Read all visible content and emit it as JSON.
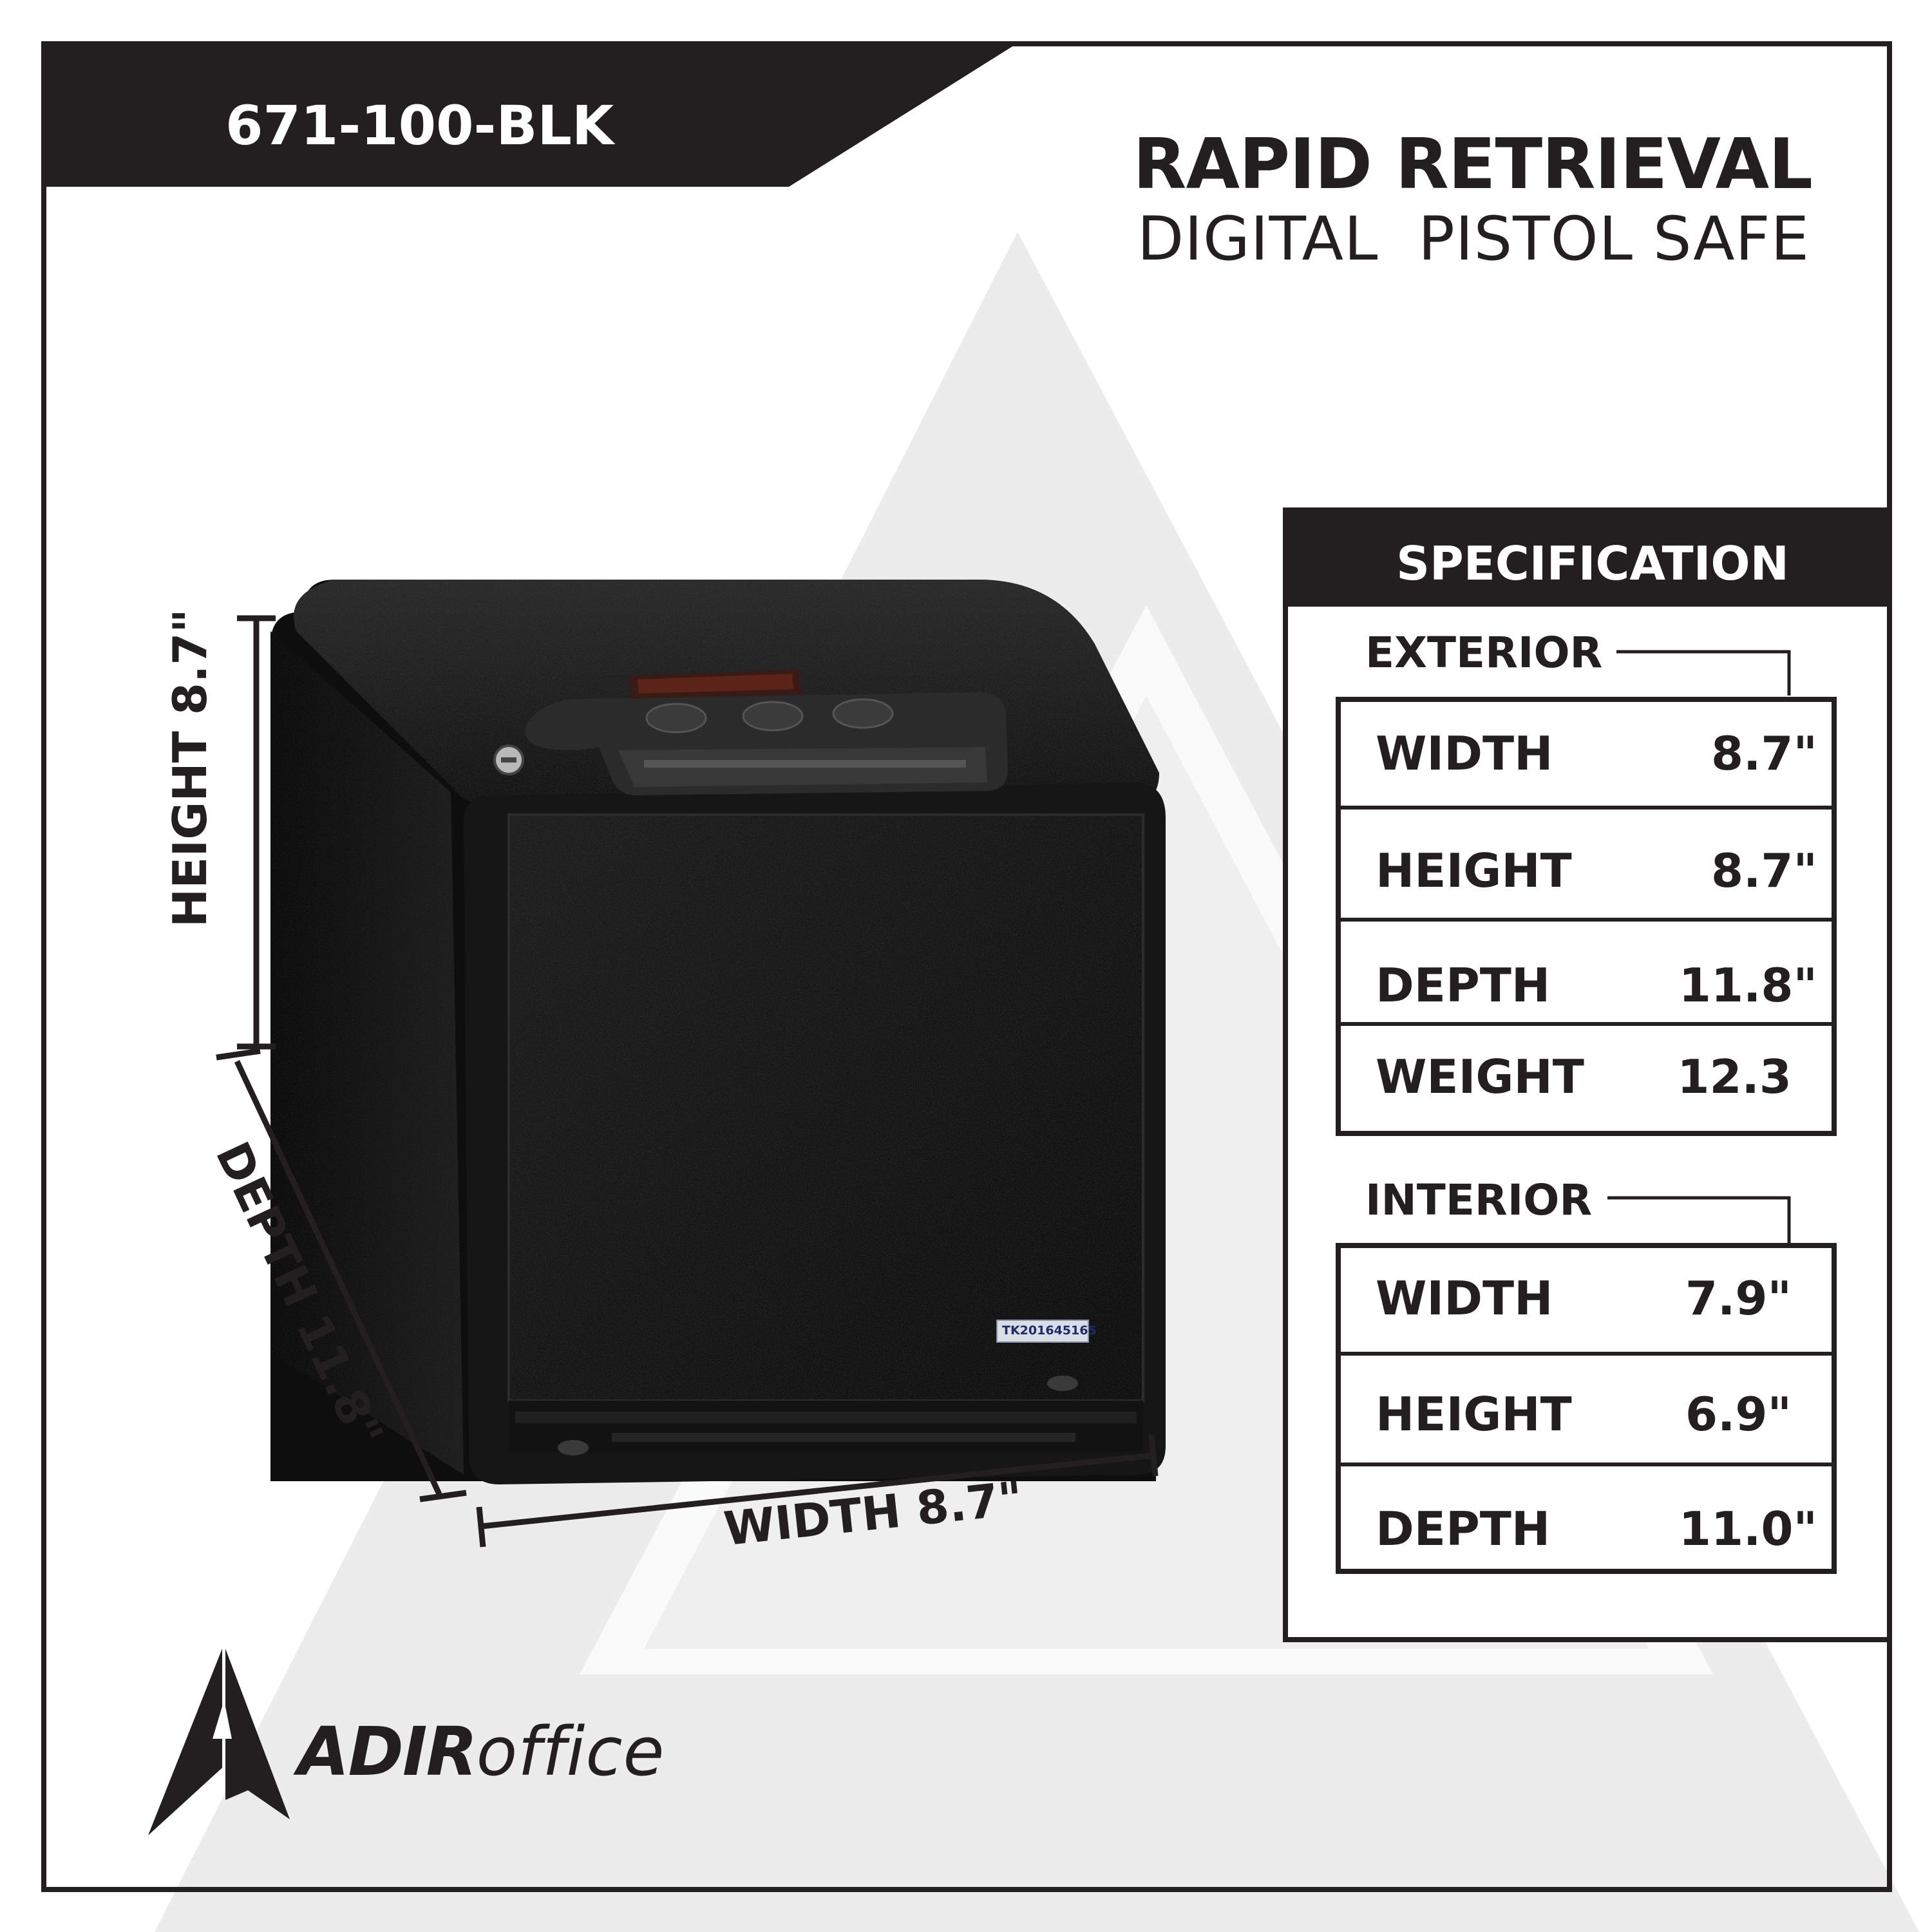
{
  "model_number": "671-100-BLK",
  "title": {
    "main": "RAPID RETRIEVAL",
    "sub": "DIGITAL  PISTOL SAFE"
  },
  "specification": {
    "heading": "SPECIFICATION",
    "exterior": {
      "label": "EXTERIOR",
      "rows": [
        {
          "label": "WIDTH",
          "value": "8.7\""
        },
        {
          "label": "HEIGHT",
          "value": "8.7\""
        },
        {
          "label": "DEPTH",
          "value": "11.8\""
        },
        {
          "label": "WEIGHT",
          "value": "12.3"
        }
      ]
    },
    "interior": {
      "label": "INTERIOR",
      "rows": [
        {
          "label": "WIDTH",
          "value": "7.9\""
        },
        {
          "label": "HEIGHT",
          "value": "6.9\""
        },
        {
          "label": "DEPTH",
          "value": "11.0\""
        }
      ]
    }
  },
  "dimensions": {
    "height": "HEIGHT 8.7\"",
    "depth": "DEPTH 11.8\"",
    "width": "WIDTH 8.7\""
  },
  "product": {
    "serial_label": "TK201645165"
  },
  "brand": {
    "name_bold": "ADIR",
    "name_light": "office"
  },
  "colors": {
    "ink": "#231f20",
    "background": "#ffffff",
    "watermark": "#ececec",
    "safe_body": "#141414"
  }
}
